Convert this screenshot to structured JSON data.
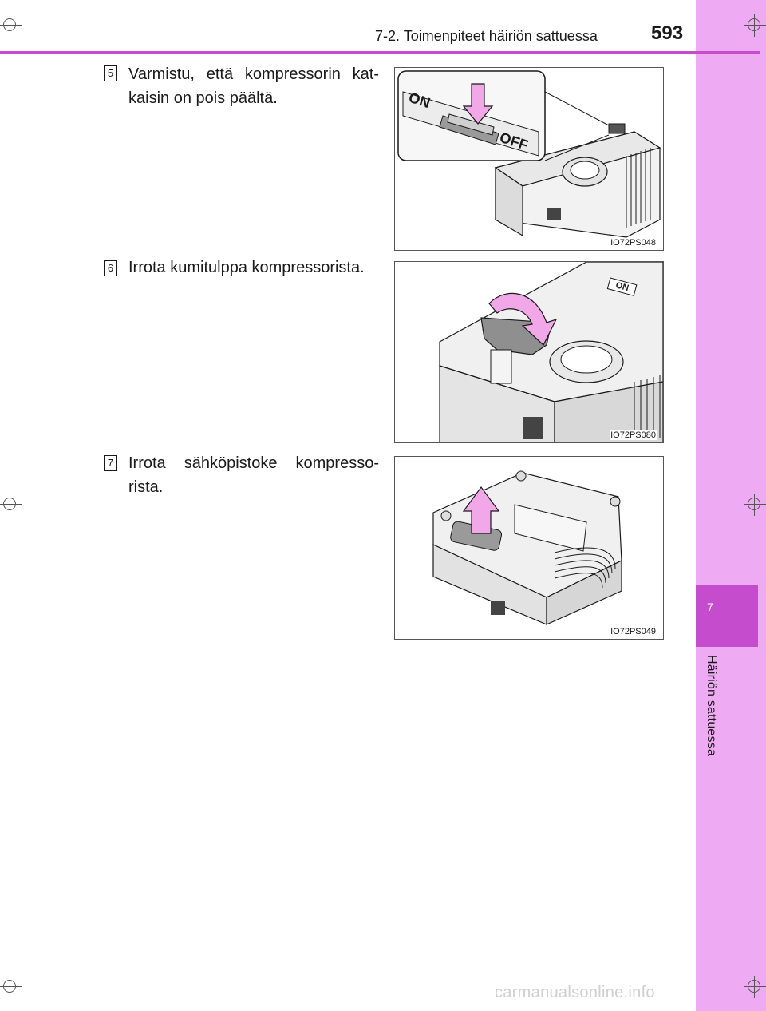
{
  "header": {
    "section_title": "7-2. Toimenpiteet häiriön sattuessa",
    "page_number": "593"
  },
  "side_tab": {
    "chapter_number": "7",
    "chapter_label": "Häiriön sattuessa"
  },
  "steps": [
    {
      "number": "5",
      "text": "Varmistu, että kompressorin kat­kaisin on pois päältä.",
      "figure_code": "IO72PS048",
      "figure_labels": {
        "on": "ON",
        "off": "OFF"
      }
    },
    {
      "number": "6",
      "text": "Irrota kumitulppa kompressorista.",
      "figure_code": "IO72PS080",
      "figure_labels": {
        "on": "ON"
      }
    },
    {
      "number": "7",
      "text": "Irrota sähköpistoke kompresso­rista.",
      "figure_code": "IO72PS049"
    }
  ],
  "footer": {
    "watermark": "carmanualsonline.info"
  },
  "colors": {
    "accent": "#c54ccc",
    "tab_light": "#eeaaf2",
    "arrow_pink": "#f2a7e8"
  }
}
